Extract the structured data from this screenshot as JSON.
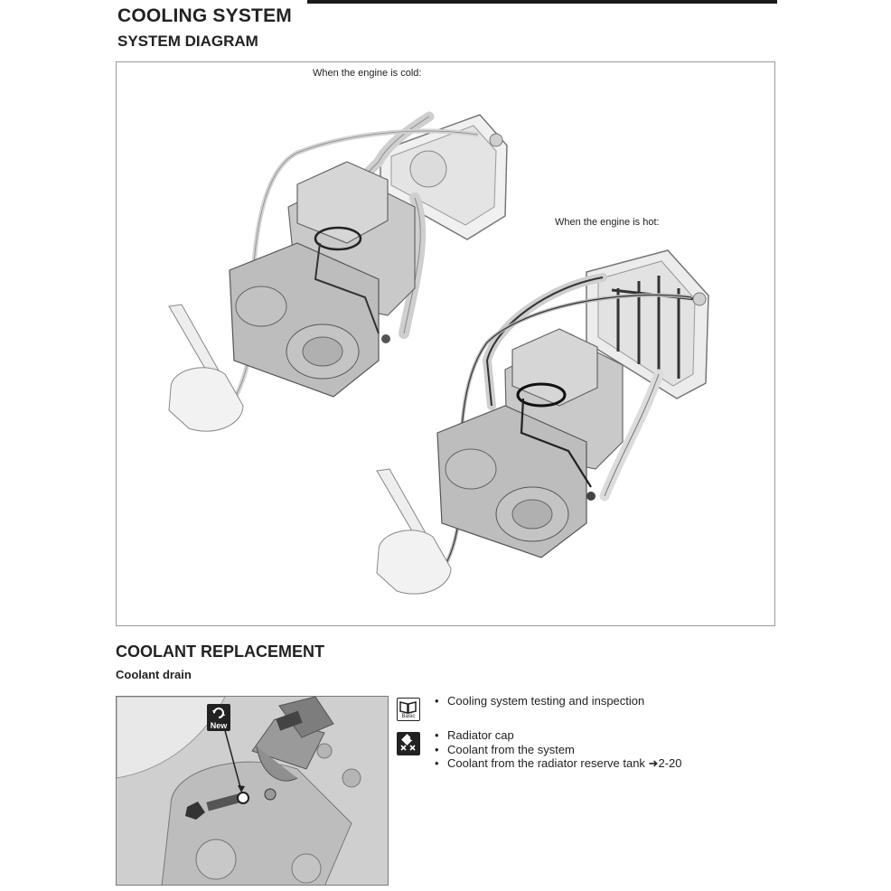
{
  "header": {
    "title": "COOLING SYSTEM",
    "subtitle": "SYSTEM DIAGRAM"
  },
  "diagram": {
    "caption_cold": "When the engine is cold:",
    "caption_hot": "When the engine is hot:"
  },
  "section": {
    "title": "COOLANT REPLACEMENT",
    "subtitle": "Coolant drain"
  },
  "photo": {
    "badge_label": "New"
  },
  "icons": {
    "basic_label": "Basic",
    "basic_icon": "book-icon",
    "remove_icon": "remove-parts-icon",
    "new_icon": "replace-new-icon"
  },
  "basic_list": [
    "Cooling system testing and inspection"
  ],
  "remove_list": [
    "Radiator cap",
    "Coolant from the system",
    "Coolant from the radiator reserve tank ➜2-20"
  ]
}
